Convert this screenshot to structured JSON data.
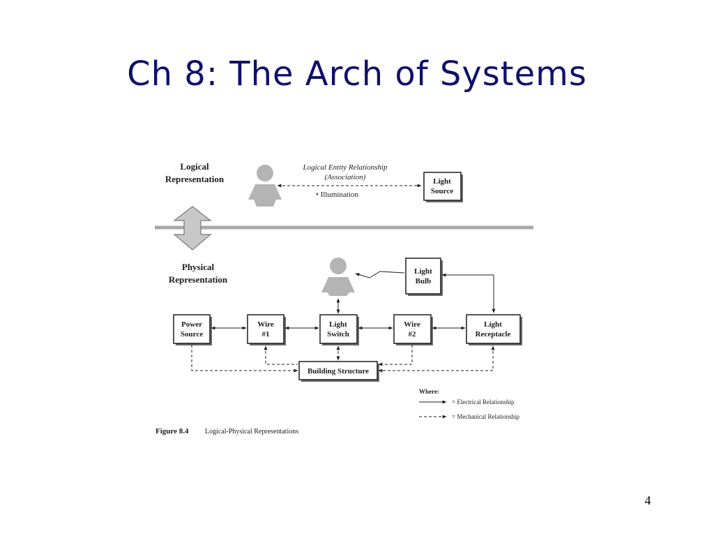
{
  "slide": {
    "title": "Ch 8: The Arch of Systems",
    "page_number": "4"
  },
  "figure": {
    "logical_label_1": "Logical",
    "logical_label_2": "Representation",
    "physical_label_1": "Physical",
    "physical_label_2": "Representation",
    "association_title_1": "Logical Entity Relationship",
    "association_title_2": "(Association)",
    "association_item": "• Illumination",
    "caption_number": "Figure 8.4",
    "caption_text": "Logical-Physical Representations",
    "boxes": {
      "light_source": [
        "Light",
        "Source"
      ],
      "light_bulb": [
        "Light",
        "Bulb"
      ],
      "power_source": [
        "Power",
        "Source"
      ],
      "wire1": [
        "Wire",
        "#1"
      ],
      "light_switch": [
        "Light",
        "Switch"
      ],
      "wire2": [
        "Wire",
        "#2"
      ],
      "light_receptacle": [
        "Light",
        "Receptacle"
      ],
      "building_structure": "Building Structure"
    },
    "legend": {
      "title": "Where:",
      "electrical": "= Electrical Relationship",
      "mechanical": "= Mechanical Relationship"
    }
  },
  "colors": {
    "title": "#10106b",
    "person": "#b4b4b4",
    "arrow_shape": "#c8c8c8",
    "divider": "#a8a8a8"
  }
}
